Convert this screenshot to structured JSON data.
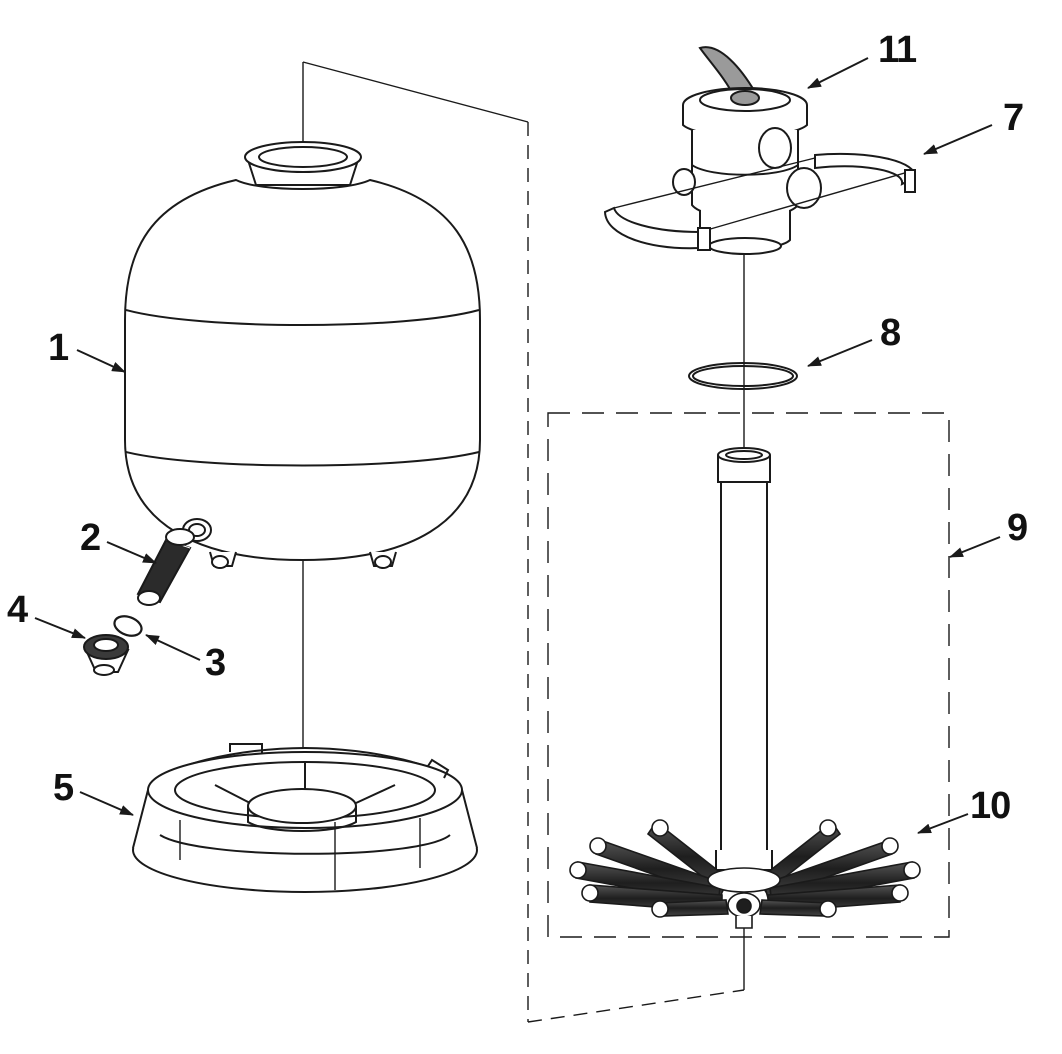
{
  "colors": {
    "line": "#1a1a1a",
    "fill": "#ffffff",
    "shade": "#2b2b2b"
  },
  "callouts": {
    "tank": "1",
    "strainer": "2",
    "o_ring_small": "3",
    "drain_cap": "4",
    "base": "5",
    "clamp": "7",
    "o_ring_large": "8",
    "lateral_assembly": "9",
    "laterals": "10",
    "multiport_valve": "11"
  }
}
